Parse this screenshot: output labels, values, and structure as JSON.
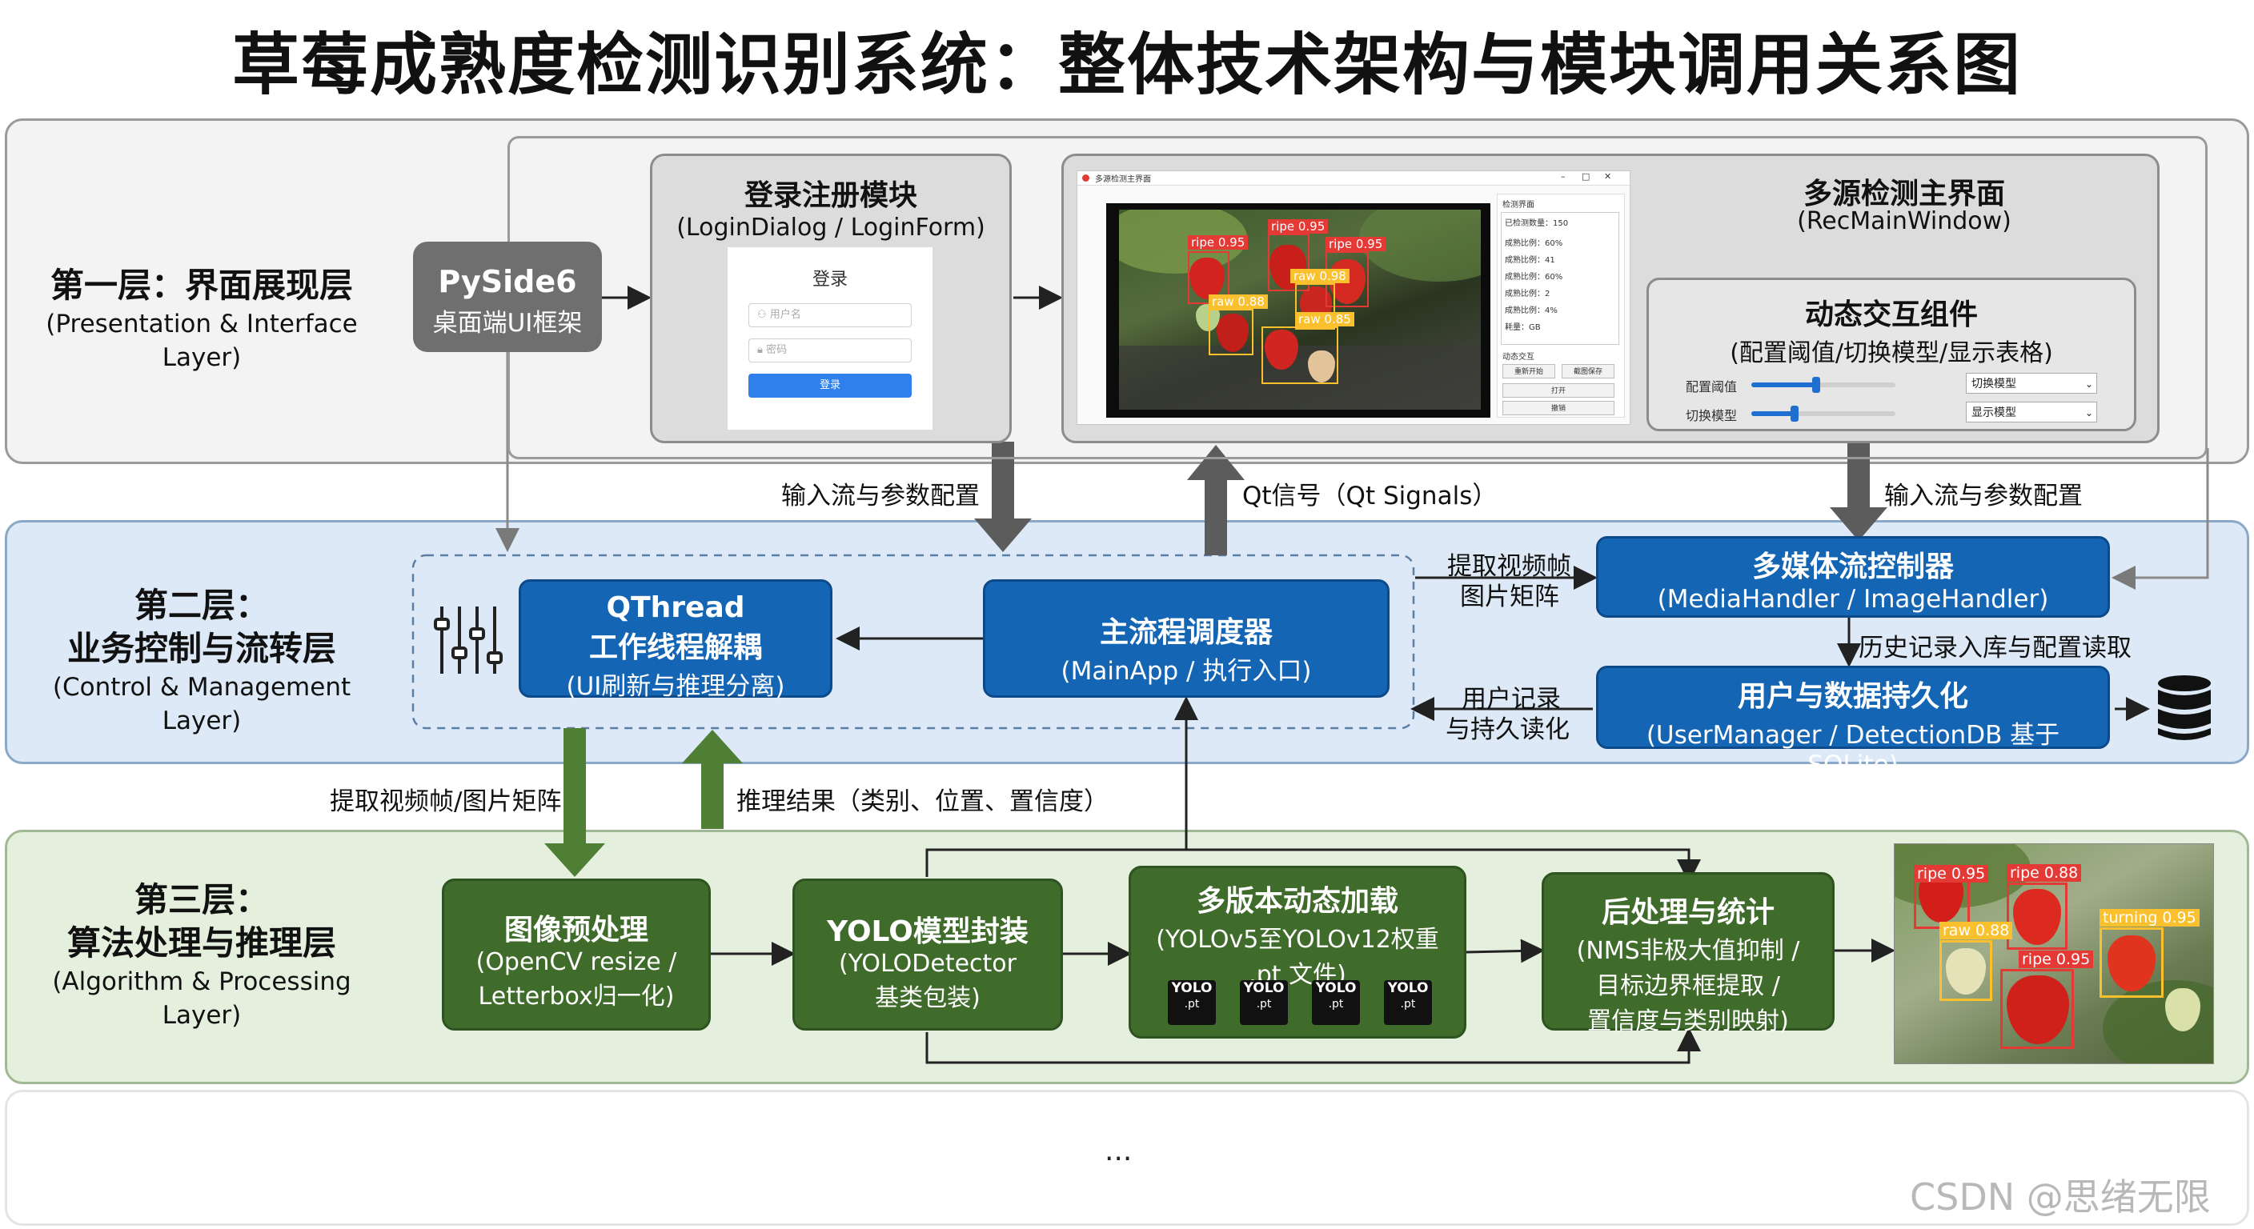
{
  "title": "草莓成熟度检测识别系统：整体技术架构与模块调用关系图",
  "layers": {
    "presentation": {
      "cn": "第一层：界面展现层",
      "en": "(Presentation & Interface Layer)"
    },
    "control": {
      "cn1": "第二层：",
      "cn2": "业务控制与流转层",
      "en": "(Control & Management Layer)"
    },
    "algorithm": {
      "cn1": "第三层：",
      "cn2": "算法处理与推理层",
      "en": "(Algorithm & Processing Layer)"
    }
  },
  "pyside": {
    "title": "PySide6",
    "sub": "桌面端UI框架"
  },
  "login_module": {
    "title": "登录注册模块",
    "sub": "(LoginDialog / LoginForm)",
    "form_title": "登录",
    "username_placeholder": "用户名",
    "password_placeholder": "密码",
    "button": "登录"
  },
  "main_window": {
    "title": "多源检测主界面",
    "sub": "(RecMainWindow)",
    "window_title": "多源检测主界面",
    "window_controls": [
      "–",
      "□",
      "✕"
    ],
    "stats_title": "检测界面",
    "stats": [
      "已检测数量：150",
      "成熟比例：60%",
      "成熟比例：41",
      "成熟比例：60%",
      "成熟比例：2",
      "成熟比例：4%",
      "耗量：GB"
    ],
    "controls_title": "动态交互",
    "buttons": [
      "重新开始",
      "截图保存",
      "打开",
      "撤销"
    ],
    "detections": [
      {
        "label": "ripe 0.95",
        "kind": "ripe"
      },
      {
        "label": "ripe 0.95",
        "kind": "ripe"
      },
      {
        "label": "ripe 0.95",
        "kind": "ripe"
      },
      {
        "label": "raw 0.98",
        "kind": "raw"
      },
      {
        "label": "raw 0.88",
        "kind": "raw"
      },
      {
        "label": "raw 0.85",
        "kind": "raw"
      }
    ]
  },
  "dynamic_component": {
    "title": "动态交互组件",
    "sub": "(配置阈值/切换模型/显示表格)",
    "row1_label": "配置阈值",
    "row1_select": "切换模型",
    "row2_label": "切换模型",
    "row2_select": "显示模型",
    "slider1_value": 0.45,
    "slider2_value": 0.3
  },
  "control_boxes": {
    "qthread": {
      "title1": "QThread",
      "title2": "工作线程解耦",
      "sub": "(UI刷新与推理分离)"
    },
    "mainapp": {
      "title": "主流程调度器",
      "sub": "(MainApp / 执行入口)"
    },
    "media": {
      "title": "多媒体流控制器",
      "sub": "(MediaHandler / ImageHandler)"
    },
    "user": {
      "title": "用户与数据持久化",
      "sub": "(UserManager / DetectionDB 基于 SQLite)"
    }
  },
  "algorithm_boxes": {
    "preprocess": {
      "title": "图像预处理",
      "sub1": "(OpenCV resize /",
      "sub2": "Letterbox归一化)"
    },
    "yolo": {
      "title": "YOLO模型封装",
      "sub1": "(YOLODetector",
      "sub2": "基类包装)"
    },
    "multi": {
      "title": "多版本动态加载",
      "sub1": "(YOLOv5至YOLOv12权重",
      "sub2": ".pt 文件)",
      "file_name": "YOLO",
      "file_ext": ".pt"
    },
    "post": {
      "title": "后处理与统计",
      "sub1": "(NMS非极大值抑制 /",
      "sub2": "目标边界框提取 /",
      "sub3": "置信度与类别映射)"
    }
  },
  "result_detections": [
    {
      "label": "ripe 0.95",
      "kind": "ripe"
    },
    {
      "label": "ripe 0.88",
      "kind": "ripe"
    },
    {
      "label": "raw 0.88",
      "kind": "raw"
    },
    {
      "label": "turning 0.95",
      "kind": "turning"
    },
    {
      "label": "ripe 0.95",
      "kind": "ripe"
    }
  ],
  "flow_labels": {
    "input_left": "输入流与参数配置",
    "qt_signals": "Qt信号（Qt Signals）",
    "input_right": "输入流与参数配置",
    "extract_right1": "提取视频帧",
    "extract_right2": "图片矩阵",
    "history": "历史记录入库与配置读取",
    "user_record1": "用户记录",
    "user_record2": "与持久读化",
    "extract_down": "提取视频帧/图片矩阵",
    "infer_result": "推理结果（类别、位置、置信度）"
  },
  "ellipsis": "...",
  "watermark": "CSDN @思绪无限",
  "colors": {
    "blue": "#1565b5",
    "green": "#3f6b2b",
    "gray_arrow": "#6b6b6b",
    "green_arrow": "#5a8a3c",
    "ripe_box": "#e53935",
    "raw_box": "#fbc02d",
    "turning_box": "#fbc02d"
  },
  "icons": [
    "slider-controls-icon",
    "database-icon",
    "yolo-file-icon"
  ]
}
